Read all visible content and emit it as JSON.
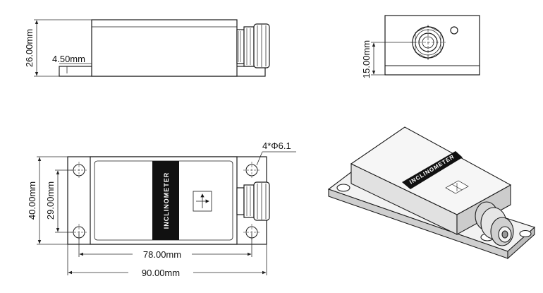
{
  "drawing": {
    "side_view": {
      "height_dim": "26.00mm",
      "flange_dim": "4.50mm"
    },
    "end_view": {
      "height_dim": "15.00mm"
    },
    "top_view": {
      "hole_spec": "4*Φ6.1",
      "outer_height_dim": "40.00mm",
      "hole_pitch_height_dim": "29.00mm",
      "hole_pitch_length_dim": "78.00mm",
      "outer_length_dim": "90.00mm",
      "product_label": "INCLINOMETER"
    },
    "iso_view": {
      "product_label": "INCLINOMETER"
    },
    "colors": {
      "line": "#1a1a1a",
      "dim_line": "#2a2a2a",
      "label_band": "#111111",
      "body_fill": "#ffffff",
      "iso_top": "#f4f4f4",
      "iso_side": "#d8d8d8"
    }
  }
}
